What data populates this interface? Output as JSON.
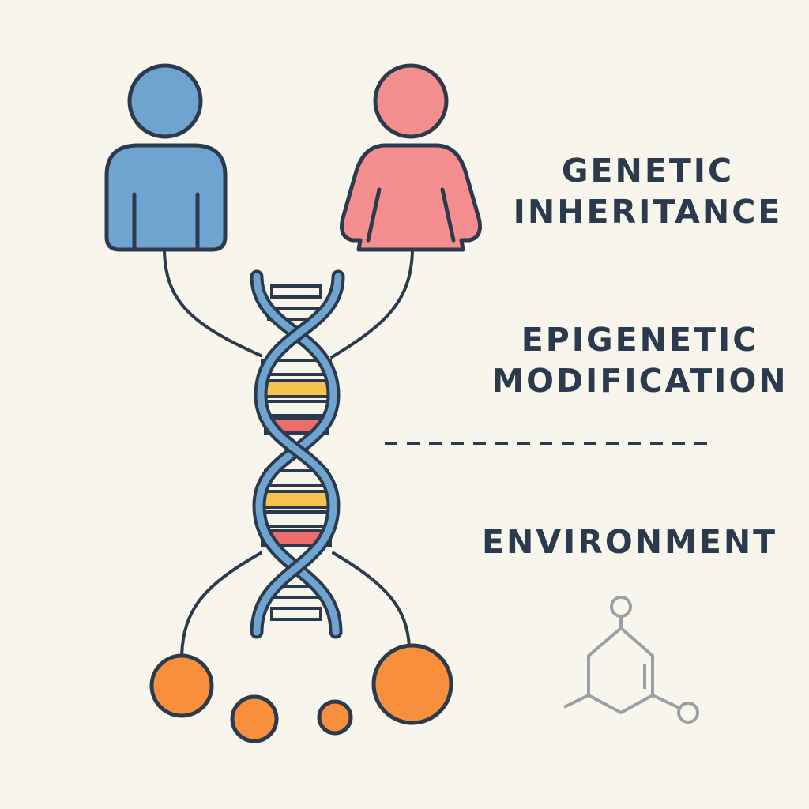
{
  "labels": {
    "genetic_line1": "GENETIC",
    "genetic_line2": "INHERITANCE",
    "epigenetic_line1": "EPIGENETIC",
    "epigenetic_line2": "MODIFICATION",
    "environment": "ENVIRONMENT"
  },
  "icons": {
    "parent_left": "person-icon",
    "parent_right": "person-icon",
    "dna": "dna-helix-icon",
    "offspring": "circle-icon",
    "molecule": "molecule-icon"
  },
  "colors": {
    "background": "#f8f5ec",
    "outline": "#2b3a4d",
    "male": "#6ea4cf",
    "female": "#f58e8e",
    "helix": "#6ea4cf",
    "rung_yellow": "#f4c24d",
    "rung_red": "#ee6c6c",
    "offspring": "#f78f3c",
    "molecule": "#9aa0a6"
  }
}
